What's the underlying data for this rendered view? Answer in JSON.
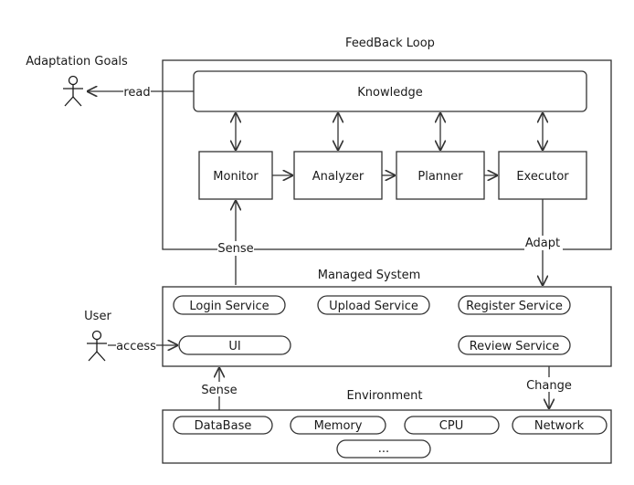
{
  "feedback_loop": {
    "title": "FeedBack Loop",
    "knowledge": "Knowledge",
    "stages": [
      "Monitor",
      "Analyzer",
      "Planner",
      "Executor"
    ]
  },
  "adaptation_goals": {
    "label": "Adaptation Goals",
    "edge_label": "read"
  },
  "edges": {
    "sense_managed": "Sense",
    "adapt": "Adapt",
    "sense_env": "Sense",
    "change": "Change"
  },
  "managed_system": {
    "title": "Managed System",
    "services": {
      "login": "Login Service",
      "upload": "Upload Service",
      "register": "Register Service",
      "ui": "UI",
      "review": "Review Service"
    }
  },
  "user": {
    "label": "User",
    "edge_label": "access"
  },
  "environment": {
    "title": "Environment",
    "items": {
      "database": "DataBase",
      "memory": "Memory",
      "cpu": "CPU",
      "network": "Network",
      "more": "..."
    }
  },
  "colors": {
    "stroke": "#333333",
    "text": "#1a1a1a",
    "background": "#ffffff"
  }
}
